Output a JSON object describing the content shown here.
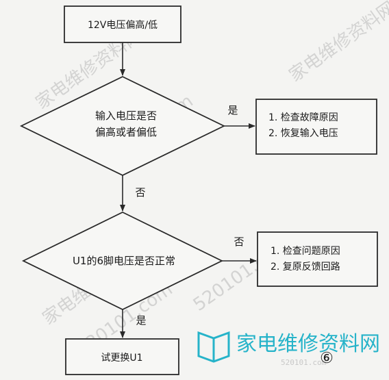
{
  "flowchart": {
    "start": "12V电压偏高/低",
    "decision1": {
      "line1": "输入电压是否",
      "line2": "偏高或者偏低"
    },
    "decision1_yes_label": "是",
    "action1": {
      "line1": "1. 检查故障原因",
      "line2": "2. 恢复输入电压"
    },
    "decision1_no_label": "否",
    "decision2": "U1的6脚电压是否正常",
    "decision2_no_label": "否",
    "action2": {
      "line1": "1. 检查问题原因",
      "line2": "2. 复原反馈回路"
    },
    "decision2_yes_label": "是",
    "end": "试更换U1"
  },
  "watermarks": {
    "site_name": "家电维修资料网",
    "site_url": "520101.com"
  },
  "logo": {
    "name": "家电维修资料网",
    "url": "520101.com"
  },
  "page_number": "⑥"
}
